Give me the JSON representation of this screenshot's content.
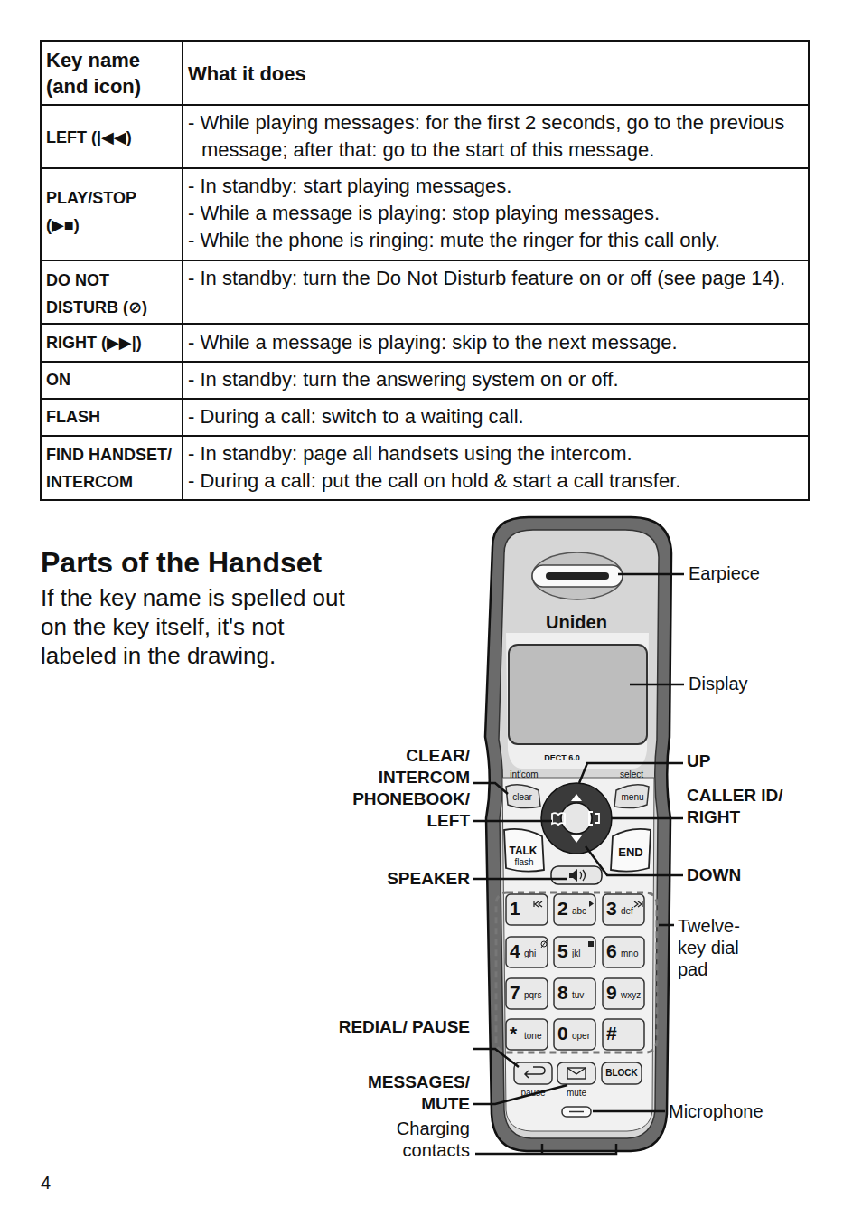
{
  "diagram": {
    "title": "Parts of the Handset",
    "labels": [
      "Key name (and icon)",
      "What it does",
      "LEFT (|◀◀)",
      "- While playing messages: for the first 2 seconds, go to the previous message; after that: go to the start of this message.",
      "PLAY/STOP (▶■)",
      "- In standby: start playing messages.",
      "- While a message is playing: stop playing messages.",
      "- While the phone is ringing: mute the ringer for this call only.",
      "DO NOT DISTURB (⊘)",
      "- In standby: turn the Do Not Disturb feature on or off (see page 14).",
      "RIGHT (▶▶|)",
      "- While a message is playing: skip to the next message.",
      "ON",
      "- In standby: turn the answering system on or off.",
      "FLASH",
      "- During a call: switch to a waiting call.",
      "FIND HANDSET/ INTERCOM",
      "- In standby: page all handsets using the intercom.",
      "- During a call: put the call on hold & start a call transfer.",
      "If the key name is spelled out on the key itself, it's not labeled in the drawing.",
      "Earpiece",
      "Display",
      "UP",
      "CALLER ID/ RIGHT",
      "DOWN",
      "Twelve- key dial pad",
      "Microphone",
      "CLEAR/ INTERCOM",
      "PHONEBOOK/ LEFT",
      "SPEAKER",
      "REDIAL/ PAUSE",
      "MESSAGES/ MUTE",
      "Charging contacts",
      "Uniden",
      "DECT 6.0",
      "int'com",
      "select",
      "clear",
      "menu",
      "TALK",
      "flash",
      "END",
      "1",
      "2",
      "abc",
      "3",
      "def",
      "4",
      "ghi",
      "5",
      "jkl",
      "6",
      "mno",
      "7",
      "pqrs",
      "8",
      "tuv",
      "9",
      "wxyz",
      "*",
      "tone",
      "0",
      "oper",
      "#",
      "BLOCK",
      "pause",
      "mute",
      "4"
    ]
  }
}
